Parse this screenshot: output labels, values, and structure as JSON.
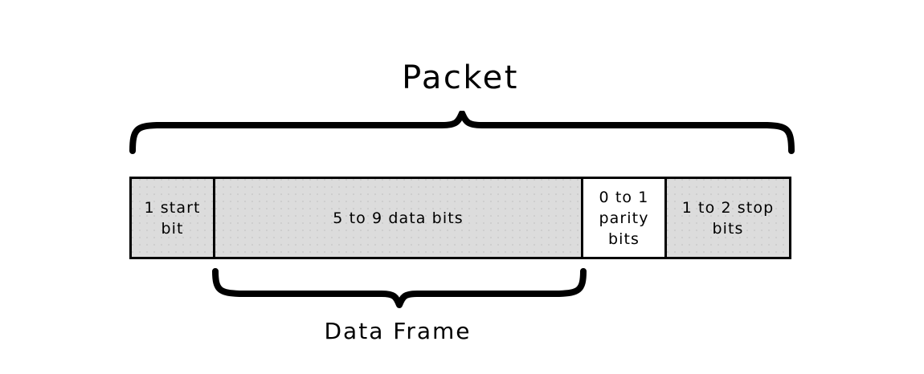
{
  "diagram": {
    "type": "uart-packet-structure",
    "background_color": "#ffffff",
    "line_color": "#000000",
    "fill_color": "#dcdcdc"
  },
  "top_brace": {
    "label": "Packet",
    "icon": "curly-brace-up-icon",
    "spans_fields": [
      "1 start bit",
      "5 to 9 data bits",
      "0 to 1 parity bits",
      "1 to 2 stop bits"
    ]
  },
  "bottom_brace": {
    "label": "Data Frame",
    "icon": "curly-brace-down-icon",
    "spans_fields": [
      "5 to 9 data bits",
      "0 to 1 parity bits"
    ]
  },
  "packet_bar": {
    "fields": [
      {
        "id": "start",
        "label": "1 start bit",
        "lines": [
          "1 start",
          "bit"
        ],
        "filled": true,
        "fill": "#dcdcdc"
      },
      {
        "id": "data",
        "label": "5 to 9 data bits",
        "lines": [
          "5 to 9 data bits"
        ],
        "filled": true,
        "fill": "#dcdcdc"
      },
      {
        "id": "parity",
        "label": "0 to 1 parity bits",
        "lines": [
          "0 to 1",
          "parity",
          "bits"
        ],
        "filled": false,
        "fill": "#ffffff"
      },
      {
        "id": "stop",
        "label": "1 to 2 stop bits",
        "lines": [
          "1 to 2",
          "stop bits"
        ],
        "filled": true,
        "fill": "#dcdcdc"
      }
    ]
  }
}
